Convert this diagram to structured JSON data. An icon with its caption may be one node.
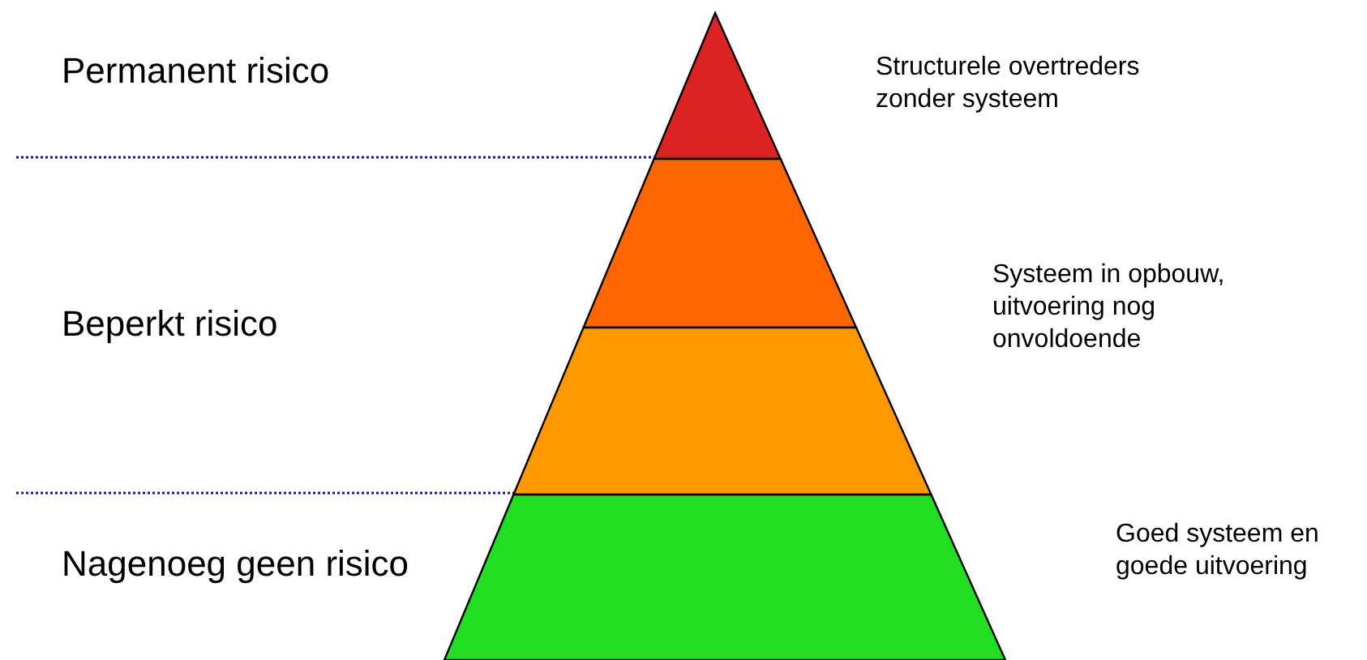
{
  "diagram": {
    "nodes": [
      {
        "text": [],
        "shape": "triangle"
      },
      {
        "text": [],
        "shape": "band"
      },
      {
        "text": [],
        "shape": "band"
      },
      {
        "text": [],
        "shape": "band"
      }
    ],
    "labels": [
      "Permanent risico",
      "Structurele overtreders zonder systeem",
      "Systeem in opbouw, uitvoering nog onvoldoende",
      "Beperkt risico",
      "Nagenoeg geen risico",
      "Goed systeem en goede uitvoering"
    ]
  }
}
